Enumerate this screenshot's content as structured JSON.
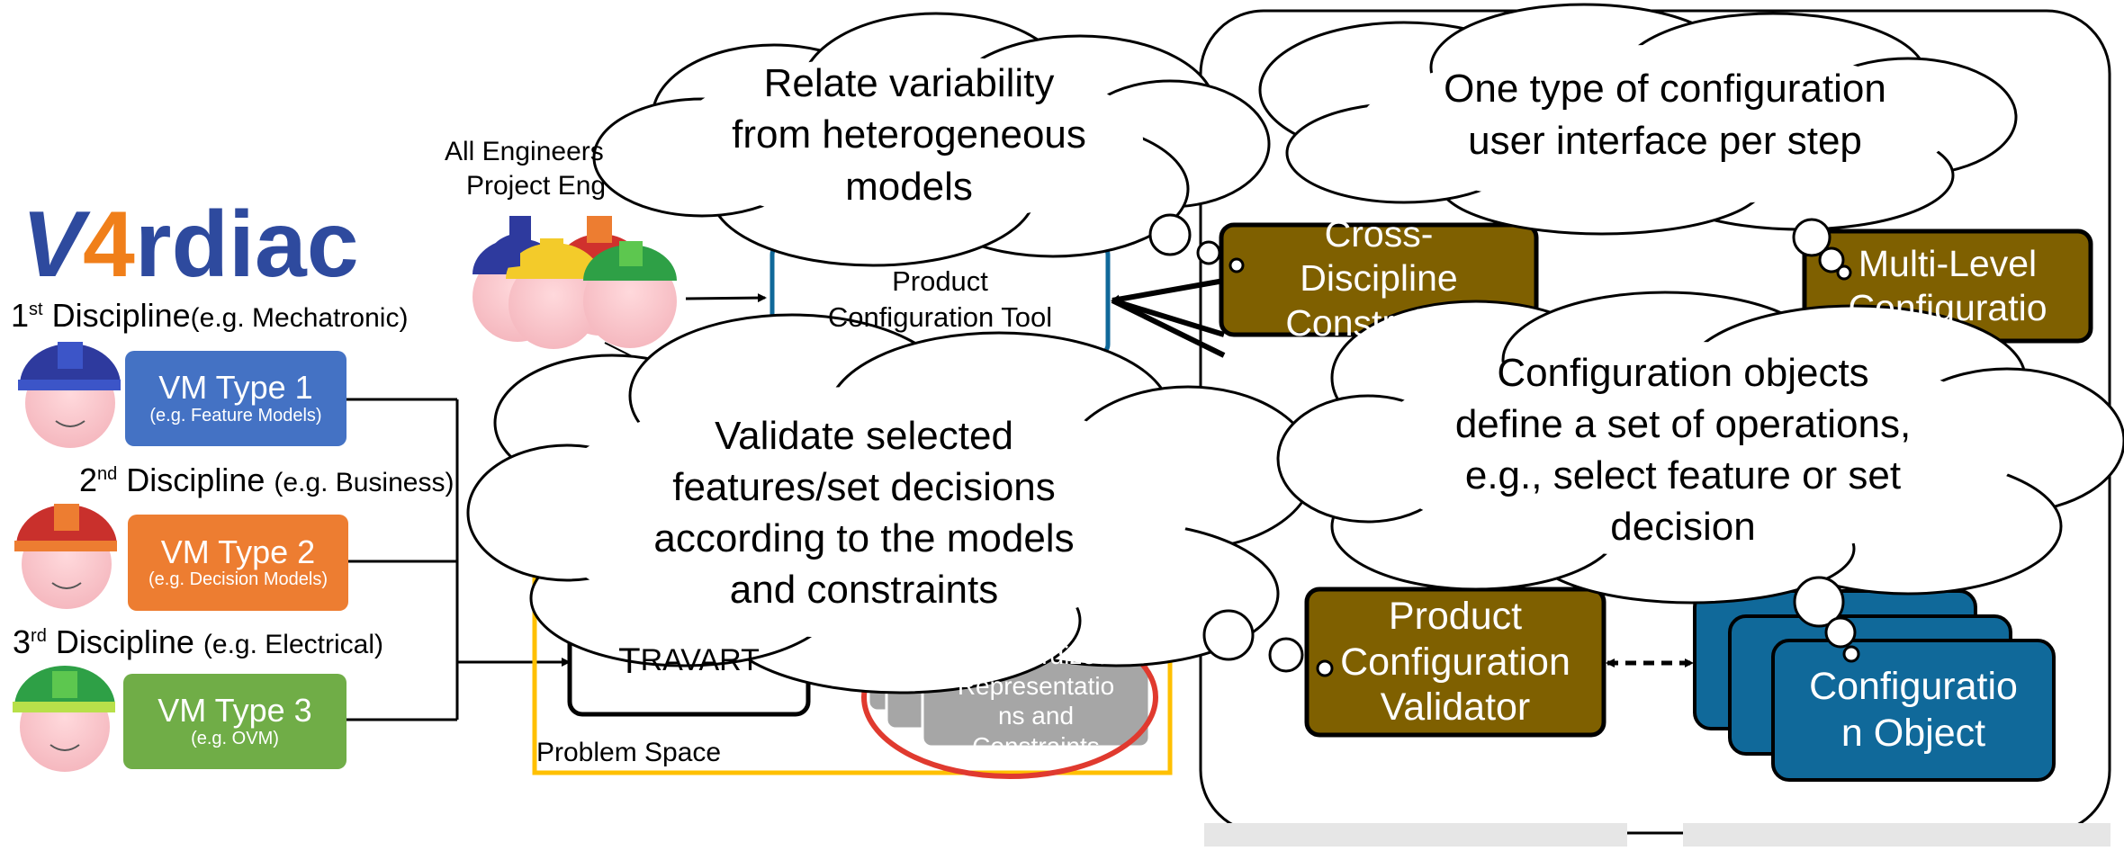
{
  "logo": {
    "text": "V4rdiac",
    "part1": "V",
    "part2": "4",
    "part3": "rdiac"
  },
  "disciplines": [
    {
      "label_main": "1st Discipline",
      "sup": "st",
      "num": "1",
      "word": "Discipline",
      "paren": "(e.g. Mechatronic)"
    },
    {
      "label_main": "2nd Discipline",
      "sup": "nd",
      "num": "2",
      "word": "Discipline",
      "paren": "(e.g. Business)"
    },
    {
      "label_main": "3rd Discipline",
      "sup": "rd",
      "num": "3",
      "word": "Discipline",
      "paren": "(e.g. Electrical)"
    }
  ],
  "vm_types": [
    {
      "title": "VM Type 1",
      "sub": "(e.g. Feature Models)",
      "color": "#4472c4"
    },
    {
      "title": "VM Type 2",
      "sub": "(e.g. Decision Models)",
      "color": "#ed7d31"
    },
    {
      "title": "VM Type 3",
      "sub": "(e.g. OVM)",
      "color": "#70ad47"
    }
  ],
  "engineers_label": {
    "line1": "All Engineers",
    "line2": "Project Eng"
  },
  "product_config_tool": {
    "line1": "Product",
    "line2": "Configuration Tool"
  },
  "travart": {
    "label": "TRAVART",
    "first": "T",
    "rest": "RAVART"
  },
  "standardized": {
    "line1": "Standardized",
    "line2": "Representatio",
    "line3": "ns and",
    "line4": "Constraints"
  },
  "problem_space": {
    "label": "Problem Space"
  },
  "cross_discipline": {
    "line1": "Cross-",
    "line2": "Discipline",
    "line3": "Constraints"
  },
  "multi_level": {
    "line1": "Multi-Level",
    "line2": "Configuratio"
  },
  "validator": {
    "line1": "Product",
    "line2": "Configuration",
    "line3": "Validator"
  },
  "config_object": {
    "line1": "Configuratio",
    "line2": "n Object"
  },
  "clouds": [
    {
      "lines": [
        "Relate variability",
        "from heterogeneous",
        "models"
      ]
    },
    {
      "lines": [
        "One type of configuration",
        "user interface per step"
      ]
    },
    {
      "lines": [
        "Validate selected",
        "features/set decisions",
        "according to the models",
        "and constraints"
      ]
    },
    {
      "lines": [
        "Configuration objects",
        "define a set of operations,",
        "e.g., select feature or set",
        "decision"
      ]
    }
  ],
  "colors": {
    "brown": "#7f6000",
    "teal": "#10699a",
    "yellow_frame": "#ffc000",
    "red_ellipse": "#e03a2f",
    "gray_box": "#a6a6a6",
    "logo_blue": "#2e4a9e",
    "logo_orange": "#f07f1a"
  }
}
